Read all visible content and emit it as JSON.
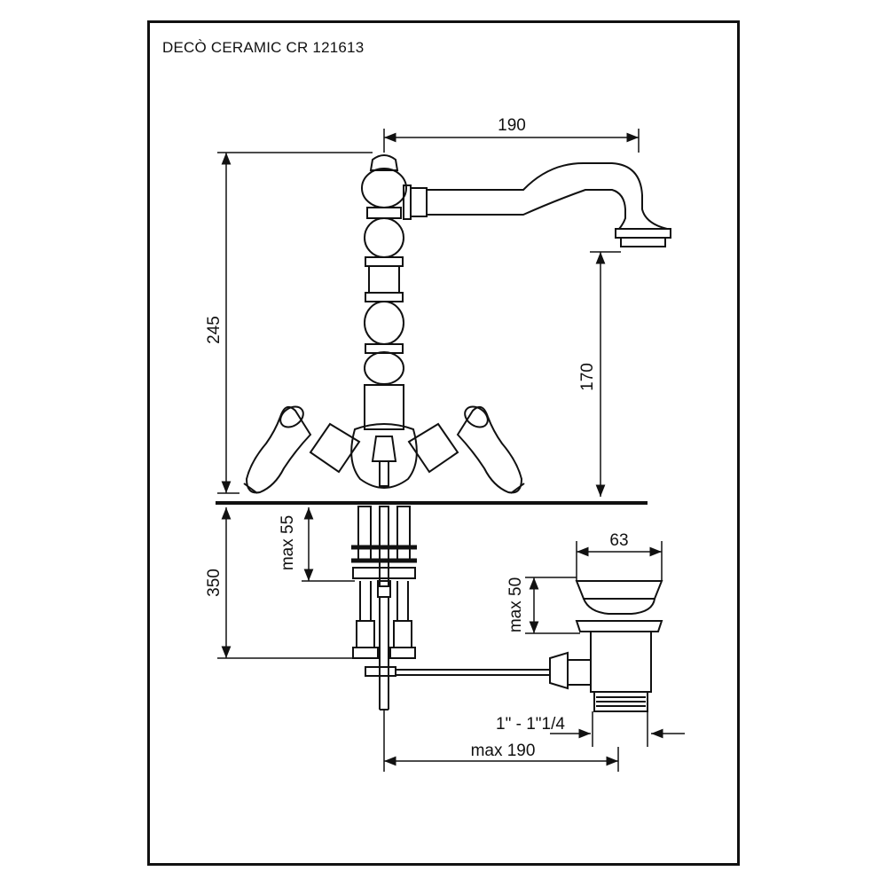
{
  "title": "DECÒ CERAMIC CR 121613",
  "dimensions": {
    "spout_reach": "190",
    "total_height": "245",
    "spout_height": "170",
    "below_deck": "350",
    "deck_thickness": "max 55",
    "waste_diameter": "63",
    "waste_thickness": "max 50",
    "waste_thread": "1\" - 1\"1/4",
    "rod_reach": "max 190"
  },
  "colors": {
    "line": "#111111",
    "background": "#ffffff"
  }
}
